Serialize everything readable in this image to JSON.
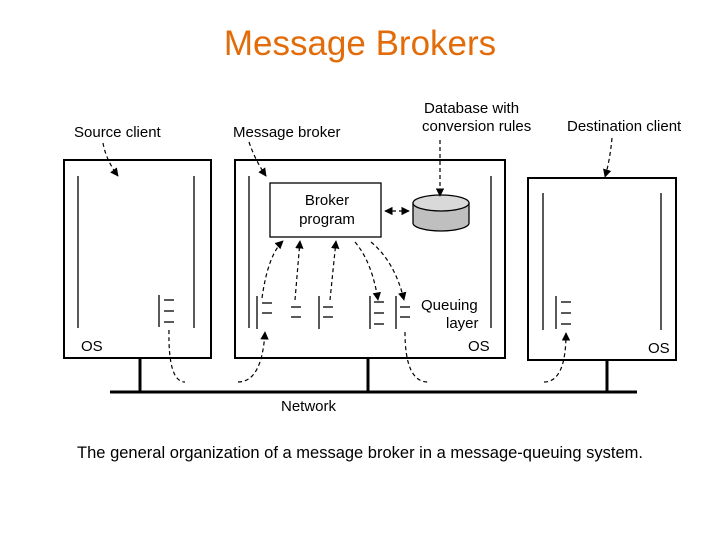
{
  "slide": {
    "title": "Message Brokers",
    "caption": "The general organization of a message broker in a message-queuing system."
  },
  "diagram": {
    "labels": {
      "source_client": "Source client",
      "message_broker": "Message broker",
      "database_line1": "Database with",
      "database_line2": "conversion rules",
      "destination_client": "Destination client",
      "broker_program_line1": "Broker",
      "broker_program_line2": "program",
      "queuing_line1": "Queuing",
      "queuing_line2": "layer",
      "os_source": "OS",
      "os_broker": "OS",
      "os_destination": "OS",
      "network": "Network"
    },
    "colors": {
      "title": "#e36c0a",
      "lines": "#000000",
      "database_fill": "#bfbfbf"
    }
  }
}
